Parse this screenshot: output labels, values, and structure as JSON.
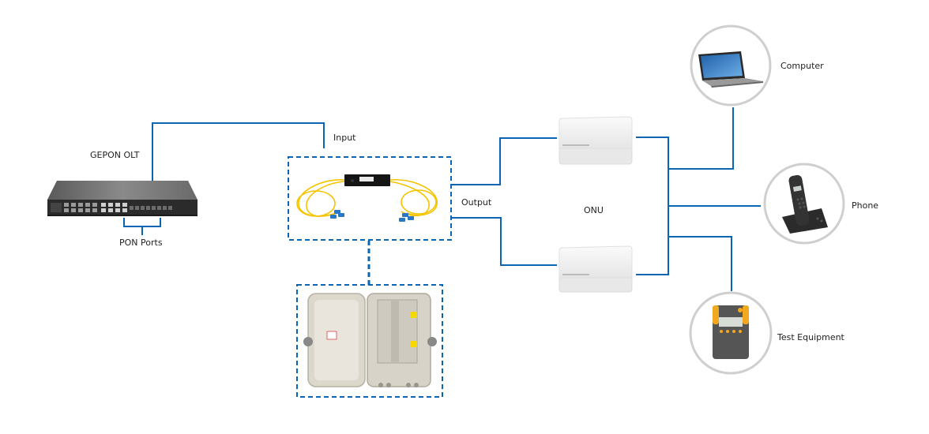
{
  "colors": {
    "link": "#0a66b4",
    "ring": "#cfcfcf",
    "fiber": "#f5c400",
    "connector": "#2a78c4"
  },
  "labels": {
    "olt": "GEPON OLT",
    "pon_ports": "PON Ports",
    "input": "Input",
    "output": "Output",
    "onu": "ONU",
    "computer": "Computer",
    "phone": "Phone",
    "test_equipment": "Test Equipment"
  },
  "icons": {
    "olt": "olt-switch-icon",
    "splitter": "plc-splitter-icon",
    "box": "distribution-box-icon",
    "onu": "onu-router-icon",
    "computer": "laptop-icon",
    "phone": "cordless-phone-icon",
    "test": "test-meter-icon"
  }
}
